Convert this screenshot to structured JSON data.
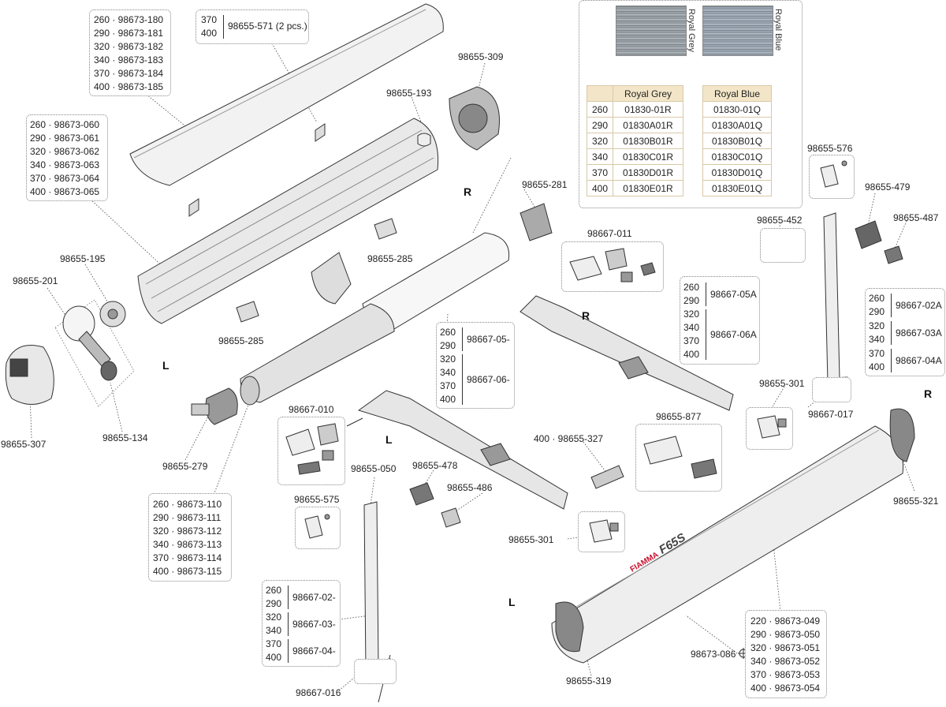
{
  "side_labels": {
    "r_top": "R",
    "l_left": "L",
    "r_mid": "R",
    "l_mid": "L",
    "r_right": "R",
    "l_bottom": "L"
  },
  "part_labels": {
    "p_98655_309": "98655-309",
    "p_98655_193": "98655-193",
    "p_98655_281": "98655-281",
    "p_98655_285_a": "98655-285",
    "p_98655_285_b": "98655-285",
    "p_98655_195": "98655-195",
    "p_98655_201": "98655-201",
    "p_98655_307": "98655-307",
    "p_98655_134": "98655-134",
    "p_98655_279": "98655-279",
    "p_98655_576": "98655-576",
    "p_98655_479": "98655-479",
    "p_98655_487": "98655-487",
    "p_98655_452": "98655-452",
    "p_98655_301_a": "98655-301",
    "p_98667_017": "98667-017",
    "p_98655_877": "98655-877",
    "p_400_98655_327": "400 · 98655-327",
    "p_98655_321": "98655-321",
    "p_98655_050": "98655-050",
    "p_98655_478": "98655-478",
    "p_98655_486": "98655-486",
    "p_98655_301_b": "98655-301",
    "p_98673_086": "98673-086",
    "p_98655_319": "98655-319",
    "p_98667_016": "98667-016"
  },
  "box_top_cover": [
    "260 · 98673-180",
    "290 · 98673-181",
    "320 · 98673-182",
    "340 · 98673-183",
    "370 · 98673-184",
    "400 · 98673-185"
  ],
  "box_profile": [
    "260 · 98673-060",
    "290 · 98673-061",
    "320 · 98673-062",
    "340 · 98673-063",
    "370 · 98673-064",
    "400 · 98673-065"
  ],
  "box_roller": [
    "260 · 98673-110",
    "290 · 98673-111",
    "320 · 98673-112",
    "340 · 98673-113",
    "370 · 98673-114",
    "400 · 98673-115"
  ],
  "box_front_bar": [
    "220 · 98673-049",
    "290 · 98673-050",
    "320 · 98673-051",
    "340 · 98673-052",
    "370 · 98673-053",
    "400 · 98673-054"
  ],
  "box_clip": {
    "sizes": [
      "370",
      "400"
    ],
    "code": "98655-571 (2 pcs.)"
  },
  "box_98667_011": "98667-011",
  "box_98667_010": "98667-010",
  "box_98655_575": "98655-575",
  "arm_r": [
    {
      "sizes": [
        "260",
        "290"
      ],
      "code": "98667-05A"
    },
    {
      "sizes": [
        "320",
        "340",
        "370",
        "400"
      ],
      "code": "98667-06A"
    }
  ],
  "arm_l": [
    {
      "sizes": [
        "260",
        "290"
      ],
      "code": "98667-05-"
    },
    {
      "sizes": [
        "320",
        "340",
        "370",
        "400"
      ],
      "code": "98667-06-"
    }
  ],
  "leg_r": [
    {
      "sizes": [
        "260",
        "290"
      ],
      "code": "98667-02A"
    },
    {
      "sizes": [
        "320",
        "340"
      ],
      "code": "98667-03A"
    },
    {
      "sizes": [
        "370",
        "400"
      ],
      "code": "98667-04A"
    }
  ],
  "leg_l": [
    {
      "sizes": [
        "260",
        "290"
      ],
      "code": "98667-02-"
    },
    {
      "sizes": [
        "320",
        "340"
      ],
      "code": "98667-03-"
    },
    {
      "sizes": [
        "370",
        "400"
      ],
      "code": "98667-04-"
    }
  ],
  "fabric": {
    "swatch_1_name": "Royal Grey",
    "swatch_2_name": "Royal Blue",
    "header_1": "Royal Grey",
    "header_2": "Royal Blue",
    "rows": [
      [
        "260",
        "01830-01R",
        "01830-01Q"
      ],
      [
        "290",
        "01830A01R",
        "01830A01Q"
      ],
      [
        "320",
        "01830B01R",
        "01830B01Q"
      ],
      [
        "340",
        "01830C01R",
        "01830C01Q"
      ],
      [
        "370",
        "01830D01R",
        "01830D01Q"
      ],
      [
        "400",
        "01830E01R",
        "01830E01Q"
      ]
    ]
  },
  "logo": {
    "brand": "FIAMMA",
    "model": "F65S"
  },
  "colors": {
    "line": "#333333",
    "part_fill": "#f2f2f2",
    "part_shade": "#d6d6d6",
    "dark_part": "#555555",
    "brand_red": "#c8102e"
  }
}
